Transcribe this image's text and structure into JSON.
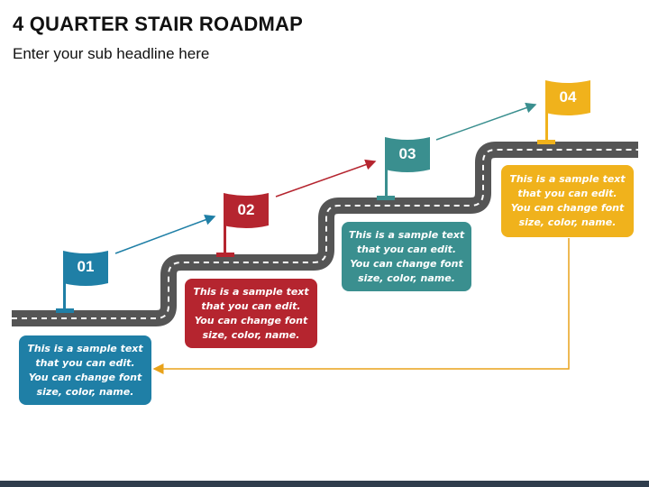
{
  "header": {
    "title": "4 QUARTER STAIR ROADMAP",
    "subtitle": "Enter your sub headline here"
  },
  "steps": [
    {
      "label": "01",
      "text": "This is a sample text that you can edit. You can change font size, color, name.",
      "color": "#1f7fa6"
    },
    {
      "label": "02",
      "text": "This is a sample text that you can edit. You can change font size, color, name.",
      "color": "#b5252f"
    },
    {
      "label": "03",
      "text": "This is a sample text that you can edit. You can change font size, color, name.",
      "color": "#3a8f8f"
    },
    {
      "label": "04",
      "text": "This is a sample text that you can edit. You can change font size, color, name.",
      "color": "#f0b21c"
    }
  ],
  "colors": {
    "road": "#555555",
    "road_dash": "#ffffff",
    "connector": "#e8a21a",
    "bottom_bar": "#2f3d4c"
  }
}
